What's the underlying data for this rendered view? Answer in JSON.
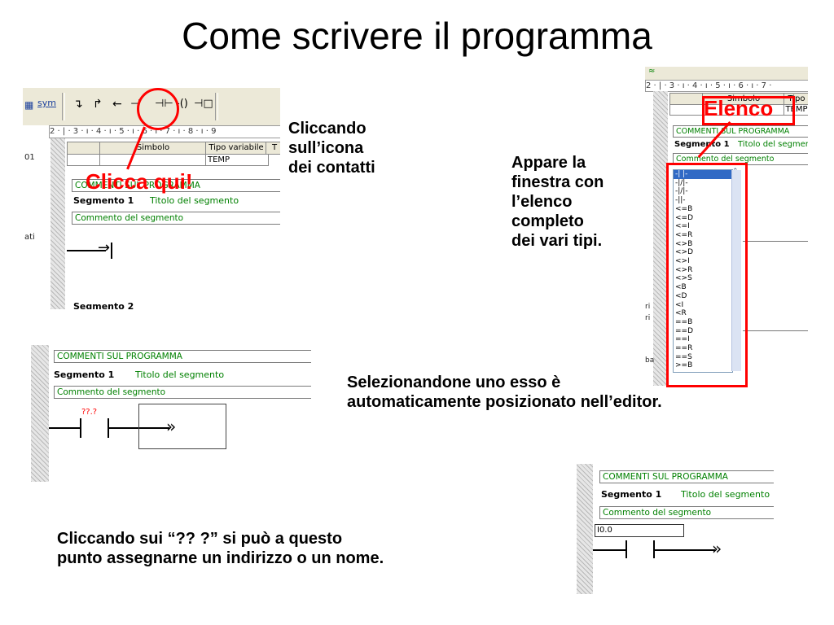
{
  "slide_title": "Come scrivere il programma",
  "captions": {
    "click_icon": [
      "Cliccando",
      "sull’icona",
      "dei contatti"
    ],
    "window_appears": [
      "Appare la",
      "finestra con",
      "l’elenco",
      "completo",
      "dei vari tipi."
    ],
    "selecting": [
      "Selezionandone uno esso è",
      "automaticamente posizionato nell’editor."
    ],
    "assign": [
      "Cliccando sui “?? ?” si può a questo",
      "punto assegnarne un indirizzo o un nome."
    ]
  },
  "annotations": {
    "click_here": "Clicca qui!",
    "list": "Elenco"
  },
  "editor": {
    "toolbar_sym": "sym",
    "ruler_top_left": "2 · | · 3 · ı · 4 · ı · 5 · ı · 6 · ı · 7 · ı · 8 · ı · 9",
    "ruler_top_right": "2 · | · 3 · ı · 4 · ı · 5 · ı · 6 · ı · 7 ·",
    "col_symbol": "Simbolo",
    "col_type": "Tipo variabile",
    "col_type_short": "Tipo",
    "col_t": "T",
    "temp": "TEMP",
    "temp_short": "TEMP",
    "comments": "COMMENTI SUL PROGRAMMA",
    "segment1": "Segmento 1",
    "segment_title": "Titolo del segmento",
    "segment_comment": "Commento del segmento",
    "segment2": "Segmento 2",
    "side_01": "01",
    "side_ati": "ati",
    "side_ri": "ri",
    "side_ba": "ba",
    "contact_placeholder": "??.?",
    "address_value": "I0.0",
    "coil_symbol": "»"
  },
  "contact_list": [
    "-| |-",
    "-|/|-",
    "-|/|-",
    "-||-",
    "<=B",
    "<=D",
    "<=I",
    "<=R",
    "<>B",
    "<>D",
    "<>I",
    "<>R",
    "<>S",
    "<B",
    "<D",
    "<I",
    "<R",
    "==B",
    "==D",
    "==I",
    "==R",
    "==S",
    ">=B"
  ],
  "colors": {
    "accent_red": "#ff0000",
    "comment_green": "#008000",
    "selection_blue": "#316ac5"
  }
}
